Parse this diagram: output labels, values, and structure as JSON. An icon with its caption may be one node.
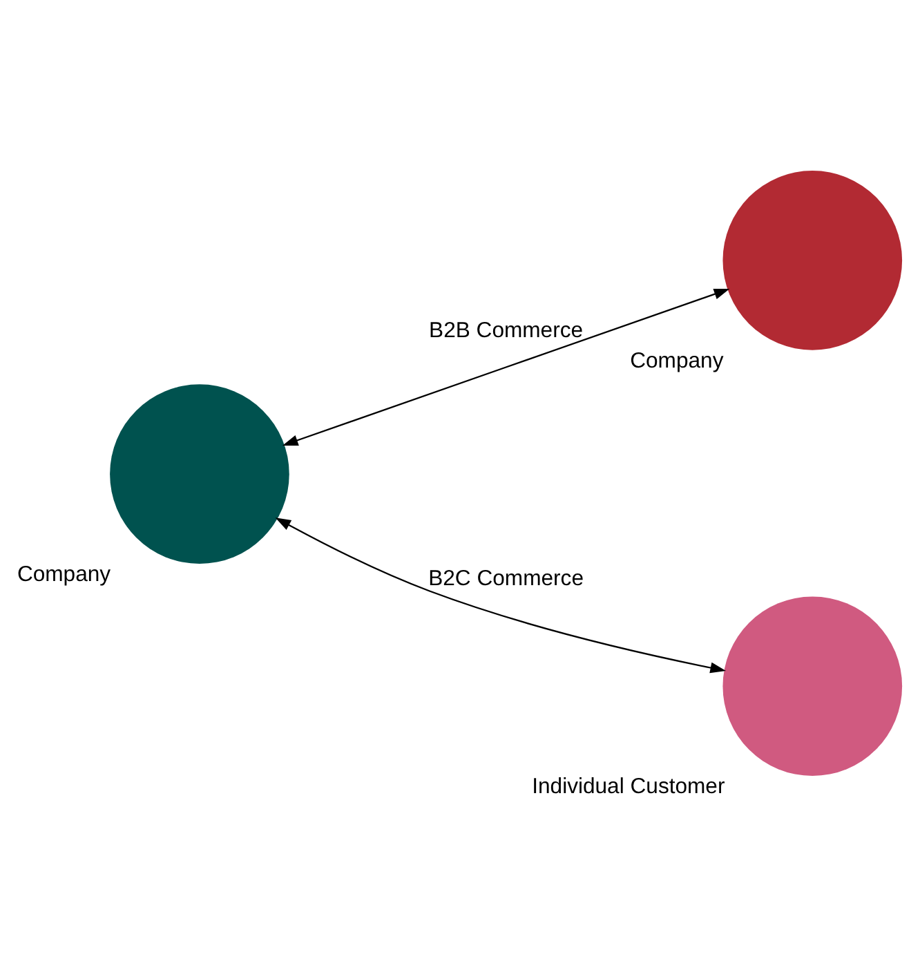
{
  "diagram": {
    "nodes": [
      {
        "text": [
          "Company"
        ]
      },
      {
        "text": [
          "Company"
        ]
      },
      {
        "text": [
          "Individual Customer"
        ]
      }
    ],
    "edges": [
      {
        "from": 1,
        "to": 0,
        "arrow": "both",
        "label": "B2B Commerce"
      },
      {
        "from": 1,
        "to": 2,
        "arrow": "both",
        "label": "B2C Commerce"
      }
    ]
  }
}
